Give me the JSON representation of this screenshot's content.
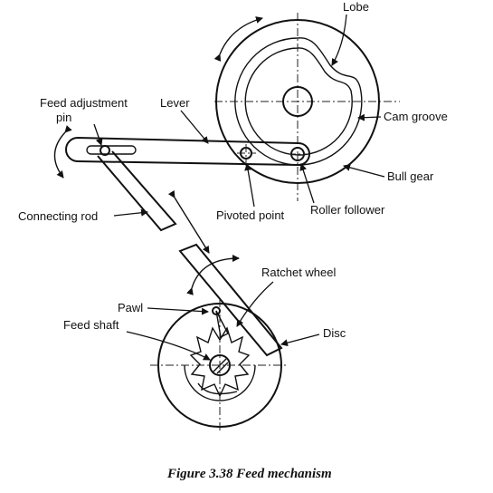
{
  "labels": {
    "lobe": "Lobe",
    "feed_adjustment_pin_1": "Feed adjustment",
    "feed_adjustment_pin_2": "pin",
    "lever": "Lever",
    "cam_groove": "Cam groove",
    "bull_gear": "Bull gear",
    "connecting_rod": "Connecting rod",
    "pivoted_point": "Pivoted point",
    "roller_follower": "Roller follower",
    "ratchet_wheel": "Ratchet wheel",
    "pawl": "Pawl",
    "feed_shaft": "Feed shaft",
    "disc": "Disc"
  },
  "caption": "Figure 3.38 Feed mechanism"
}
